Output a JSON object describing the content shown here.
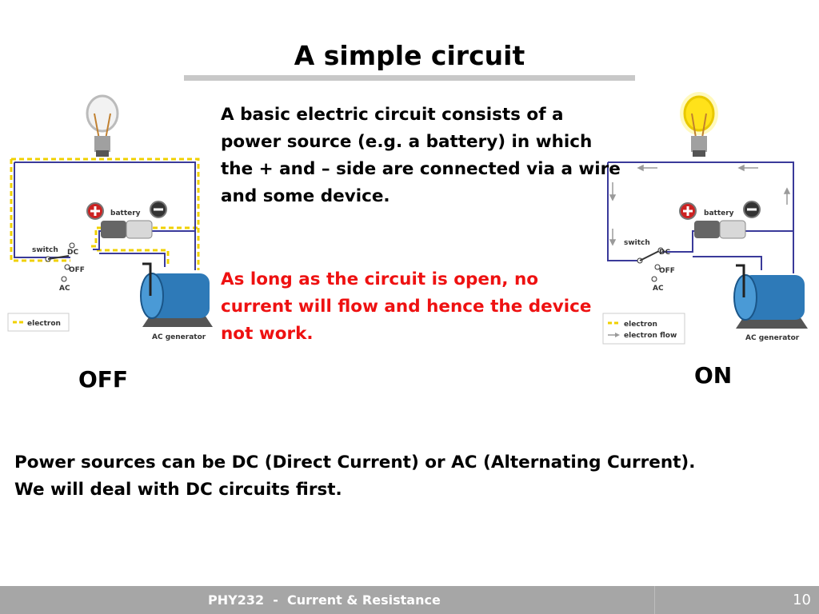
{
  "slide": {
    "title": "A simple circuit",
    "paragraph1": "A basic electric circuit consists of a power source (e.g. a battery) in which the + and – side are connected via a wire and some device.",
    "paragraph2": "As long as the circuit is open, no current will flow and hence the device not work.",
    "paragraph3": "Power sources can be DC (Direct Current) or AC (Alternating Current). We will deal with DC circuits first.",
    "off_label": "OFF",
    "on_label": "ON"
  },
  "diagram_off": {
    "battery": "battery",
    "switch": "switch",
    "dc": "DC",
    "off": "OFF",
    "ac": "AC",
    "generator": "AC generator",
    "legend_electron": "electron"
  },
  "diagram_on": {
    "battery": "battery",
    "switch": "switch",
    "dc": "DC",
    "off": "OFF",
    "ac": "AC",
    "generator": "AC generator",
    "legend_electron": "electron",
    "legend_flow": "electron flow"
  },
  "footer": {
    "course": "PHY232  -  Current & Resistance",
    "page": "10"
  },
  "colors": {
    "wire": "#3a3a9a",
    "electron_dash": "#f0d000",
    "text_red": "#ee1111",
    "generator_blue": "#2e7ab8",
    "footer_bg": "#a6a6a6"
  }
}
